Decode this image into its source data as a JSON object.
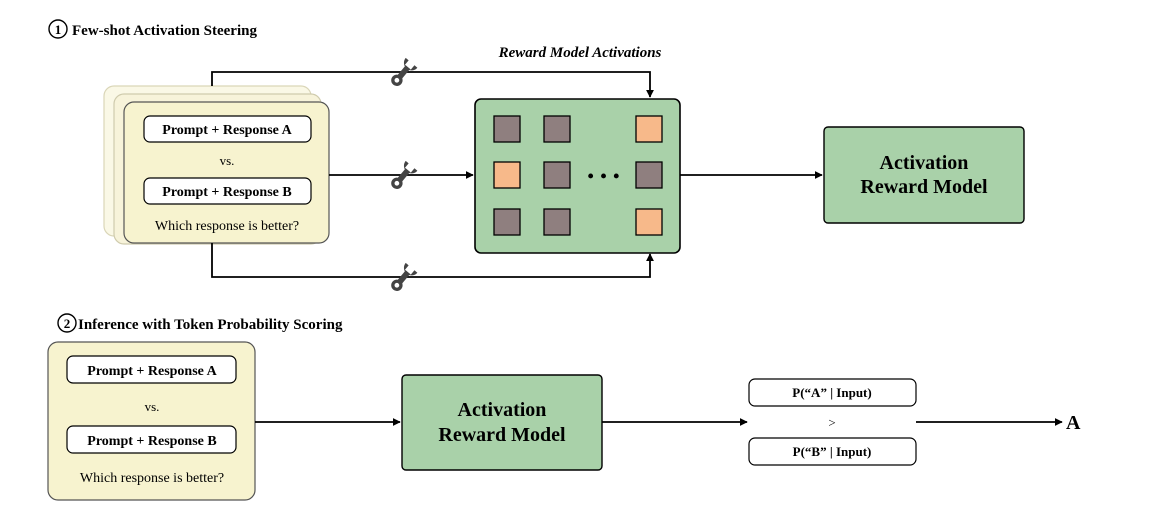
{
  "section1": {
    "number": "1",
    "title": "Few-shot Activation Steering",
    "activations_label": "Reward Model Activations",
    "card": {
      "prompt_a": "Prompt + Response A",
      "vs": "vs.",
      "prompt_b": "Prompt + Response B",
      "question": "Which response is better?"
    },
    "grid_ellipsis": "• • •",
    "reward_model": {
      "line1": "Activation",
      "line2": "Reward Model"
    }
  },
  "section2": {
    "number": "2",
    "title": "Inference with Token Probability Scoring",
    "card": {
      "prompt_a": "Prompt + Response A",
      "vs": "vs.",
      "prompt_b": "Prompt + Response B",
      "question": "Which response is better?"
    },
    "reward_model": {
      "line1": "Activation",
      "line2": "Reward Model"
    },
    "prob_a": "P(“A” | Input)",
    "gt": ">",
    "prob_b": "P(“B” | Input)",
    "output": "A"
  },
  "colors": {
    "card_fill": "#f7f3cf",
    "card_back_fill": "#faf8e6",
    "model_fill": "#a9d1a9",
    "grid_fill": "#a9d1a9",
    "cell_dark": "#8f7f7f",
    "cell_orange": "#f7b98a",
    "stroke": "#000000"
  }
}
